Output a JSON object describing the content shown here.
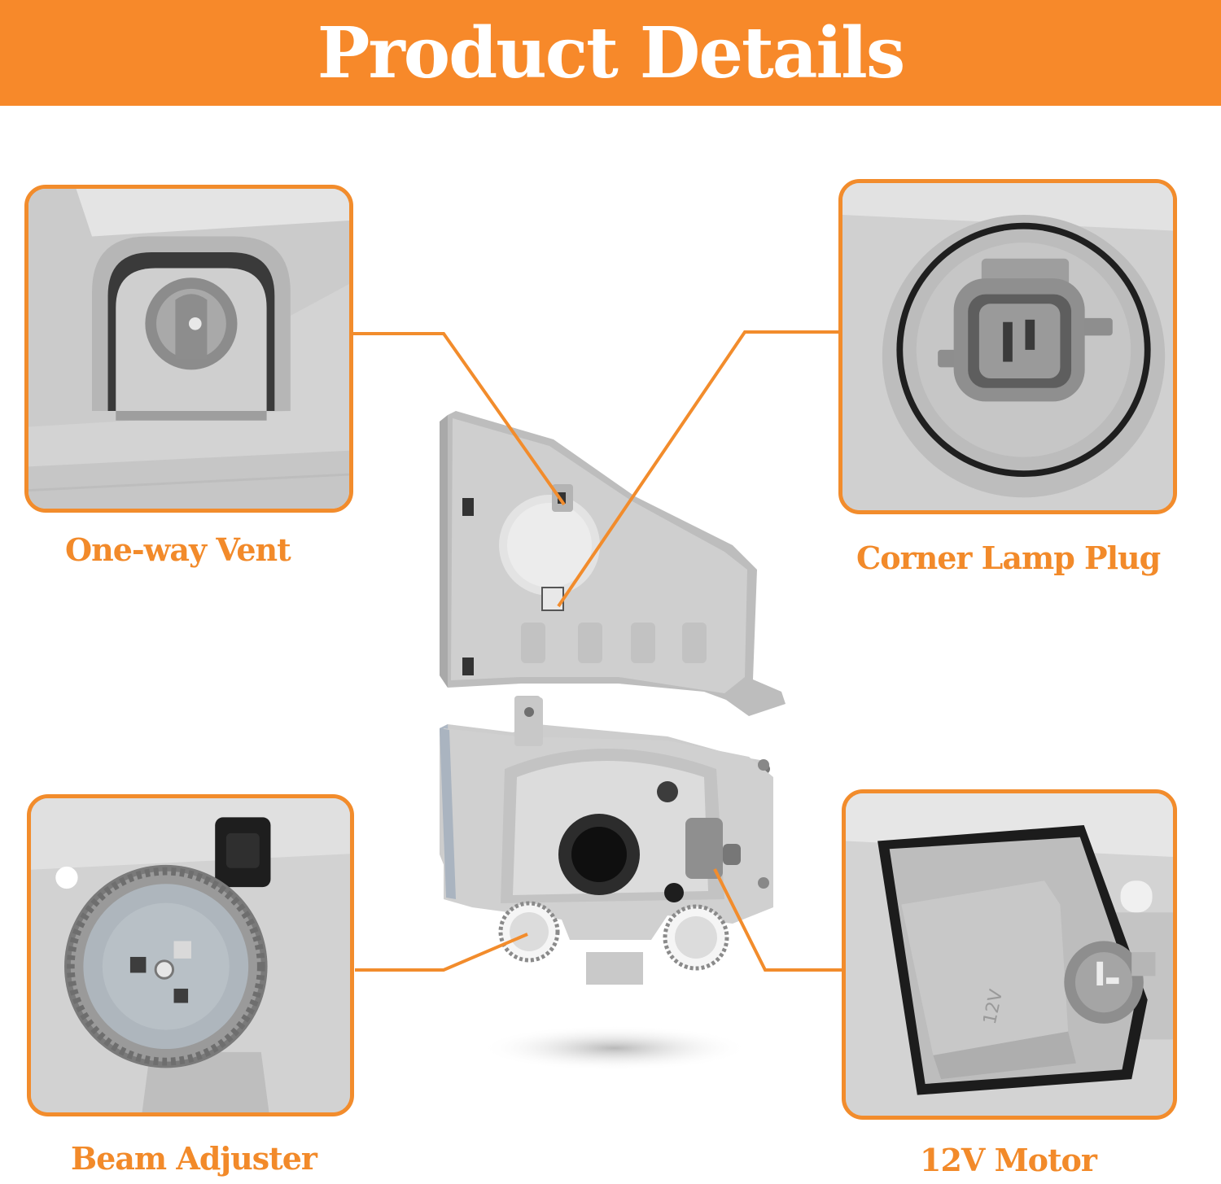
{
  "banner": {
    "title": "Product Details"
  },
  "features": [
    {
      "label": "One-way Vent",
      "icon": "vent-icon"
    },
    {
      "label": "Corner Lamp Plug",
      "icon": "plug-icon"
    },
    {
      "label": "Beam Adjuster",
      "icon": "gear-icon"
    },
    {
      "label": "12V Motor",
      "icon": "motor-icon",
      "stamp": "12V"
    }
  ],
  "colors": {
    "accent": "#f7892a",
    "border": "#f28c2c",
    "text": "#f28a2a"
  }
}
